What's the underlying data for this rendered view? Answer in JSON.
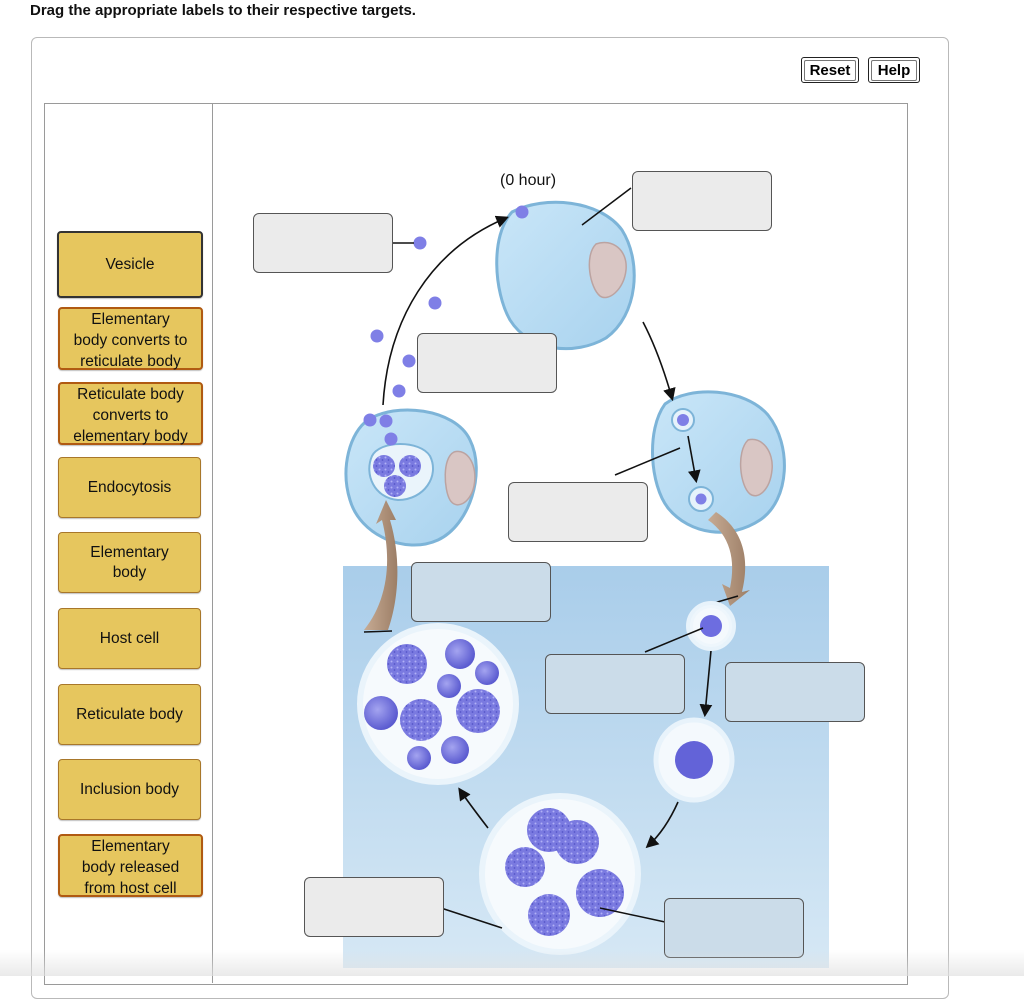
{
  "instructions": "Drag the appropriate labels to their respective targets.",
  "toolbar": {
    "reset_label": "Reset",
    "help_label": "Help"
  },
  "diagram": {
    "time_label": "(0 hour)"
  },
  "labels": [
    {
      "lines": [
        "Vesicle"
      ],
      "selected": true
    },
    {
      "lines": [
        "Elementary",
        "body converts to",
        "reticulate body"
      ]
    },
    {
      "lines": [
        "Reticulate body",
        "converts to",
        "elementary body"
      ]
    },
    {
      "lines": [
        "Endocytosis"
      ]
    },
    {
      "lines": [
        "Elementary",
        "body"
      ]
    },
    {
      "lines": [
        "Host cell"
      ]
    },
    {
      "lines": [
        "Reticulate body"
      ]
    },
    {
      "lines": [
        "Inclusion body"
      ]
    },
    {
      "lines": [
        "Elementary",
        "body released",
        "from host cell"
      ]
    }
  ],
  "colors": {
    "label_fill": "#e6c65e",
    "label_border": "#a8772a",
    "cell_fill": "#b9dcf2",
    "particle": "#7373e0",
    "background_zone": "#bcd8ef"
  }
}
